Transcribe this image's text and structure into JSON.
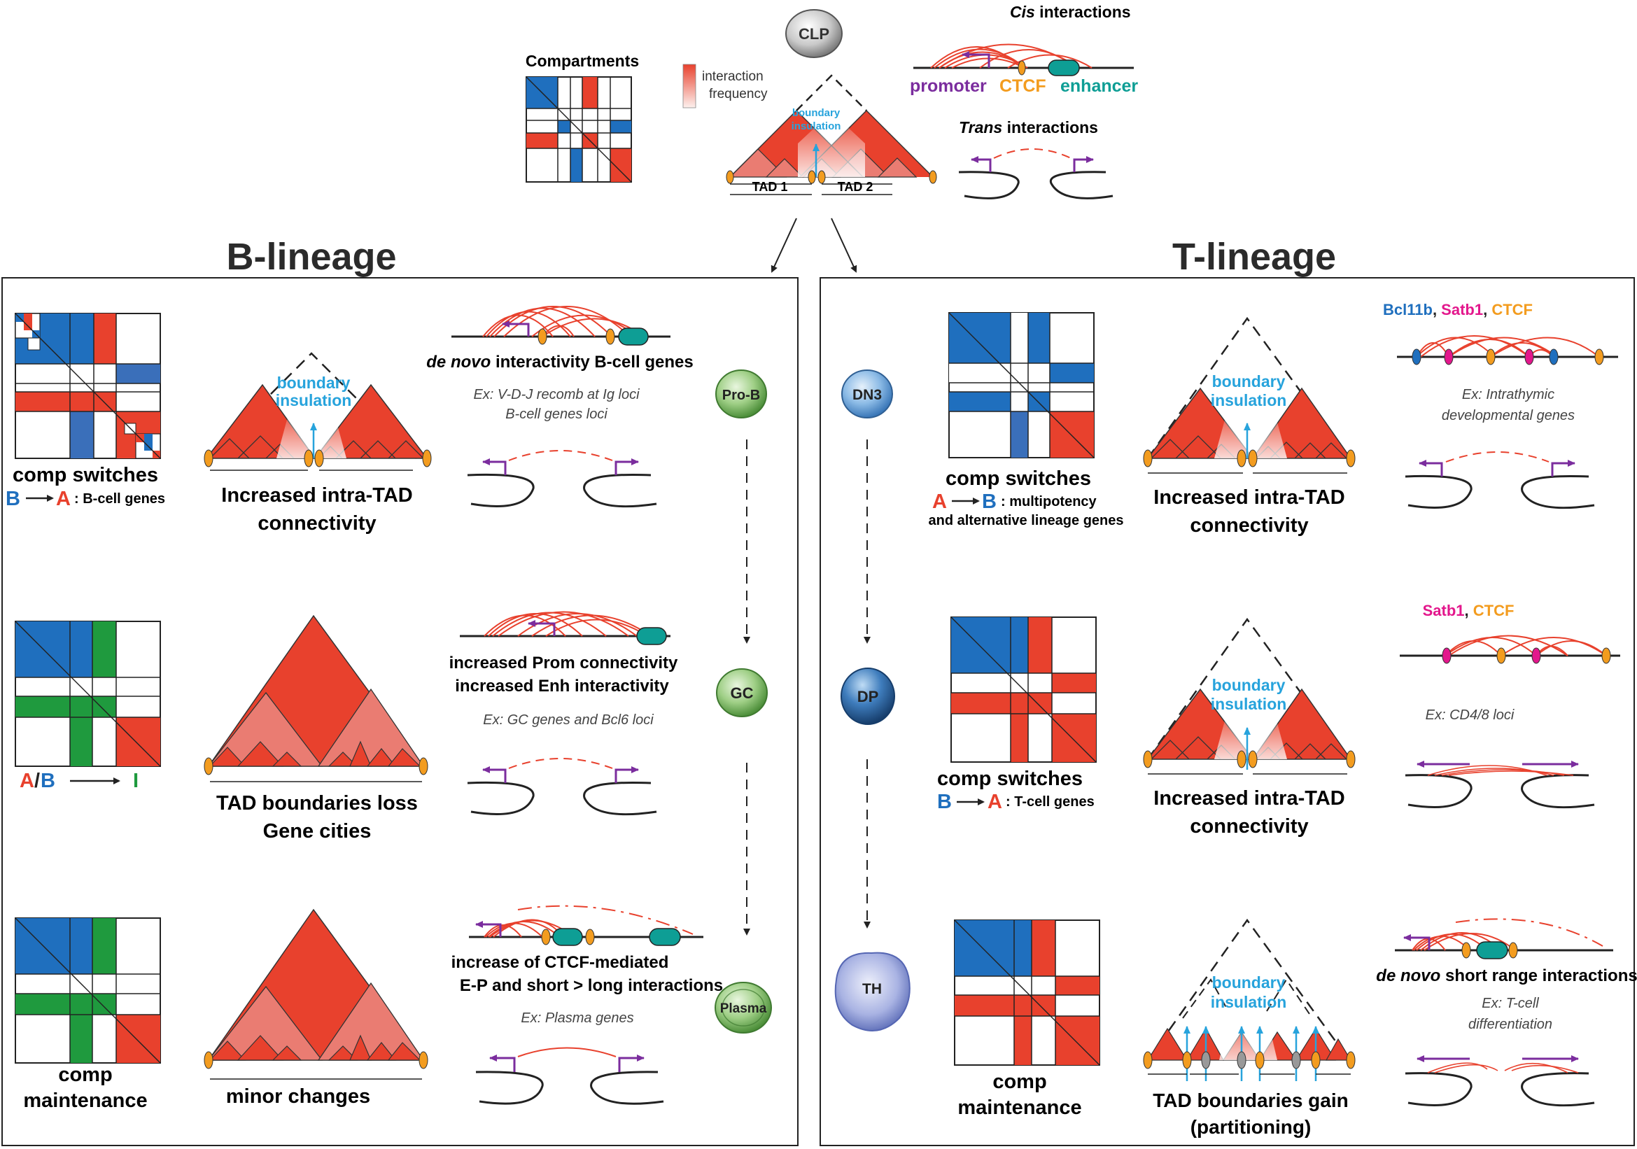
{
  "colors": {
    "red": "#e8412d",
    "pink": "#ea7c72",
    "blue": "#1f6fbe",
    "blue_mid": "#3a6fba",
    "green": "#1f9a3e",
    "teal": "#0e9e95",
    "orange": "#f39c1f",
    "purple": "#7b2d9e",
    "magenta": "#e3178c",
    "cyan": "#27a3dc",
    "ink": "#222222",
    "gray_text": "#444444"
  },
  "top": {
    "clp_label": "CLP",
    "compartments_title": "Compartments",
    "freq_label_1": "interaction",
    "freq_label_2": "frequency",
    "boundary_1": "boundary",
    "boundary_2": "insulation",
    "tad1": "TAD 1",
    "tad2": "TAD 2",
    "cis_italic": "Cis",
    "cis_rest": " interactions",
    "trans_italic": "Trans",
    "trans_rest": " interactions",
    "promoter": "promoter",
    "ctcf": "CTCF",
    "enhancer": "enhancer"
  },
  "b_lineage": {
    "title": "B-lineage",
    "row1": {
      "comp_label": "comp switches",
      "switch_from": "B",
      "switch_to": "A",
      "switch_note": ": B-cell genes",
      "boundary_1": "boundary",
      "boundary_2": "insulation",
      "tad_caption_1": "Increased intra-TAD",
      "tad_caption_2": "connectivity",
      "interact_italic": "de novo",
      "interact_rest": " interactivity B-cell genes",
      "ex_1": "Ex: V-D-J recomb at Ig loci",
      "ex_2": "B-cell genes loci",
      "cell": "Pro-B"
    },
    "row2": {
      "switch_a": "A",
      "switch_slash": "/",
      "switch_b": "B",
      "switch_to": "I",
      "tad_caption_1": "TAD boundaries loss",
      "tad_caption_2": "Gene cities",
      "interact_1": "increased Prom connectivity",
      "interact_2": "increased Enh interactivity",
      "ex_1": "Ex: GC genes and Bcl6 loci",
      "cell": "GC"
    },
    "row3": {
      "comp_label_1": "comp",
      "comp_label_2": "maintenance",
      "tad_caption_1": "minor changes",
      "interact_1": "increase of CTCF-mediated",
      "interact_2": "E-P and short > long interactions",
      "ex_1": "Ex: Plasma genes",
      "cell": "Plasma"
    }
  },
  "t_lineage": {
    "title": "T-lineage",
    "row1": {
      "cell": "DN3",
      "comp_label": "comp switches",
      "switch_from": "A",
      "switch_to": "B",
      "switch_note_1": ": multipotency",
      "switch_note_2": "and alternative lineage genes",
      "boundary_1": "boundary",
      "boundary_2": "insulation",
      "tad_caption_1": "Increased intra-TAD",
      "tad_caption_2": "connectivity",
      "factor_1": "Bcl11b",
      "factor_sep_1": ", ",
      "factor_2": "Satb1",
      "factor_sep_2": ", ",
      "factor_3": "CTCF",
      "ex_1": "Ex: Intrathymic",
      "ex_2": "developmental genes"
    },
    "row2": {
      "cell": "DP",
      "comp_label": "comp switches",
      "switch_from": "B",
      "switch_to": "A",
      "switch_note": ": T-cell genes",
      "boundary_1": "boundary",
      "boundary_2": "insulation",
      "tad_caption_1": "Increased intra-TAD",
      "tad_caption_2": "connectivity",
      "factor_1": "Satb1",
      "factor_sep_1": ", ",
      "factor_2": "CTCF",
      "ex_1": "Ex: CD4/8 loci"
    },
    "row3": {
      "cell": "TH",
      "comp_label_1": "comp",
      "comp_label_2": "maintenance",
      "boundary_1": "boundary",
      "boundary_2": "insulation",
      "tad_caption_1": "TAD boundaries gain",
      "tad_caption_2": "(partitioning)",
      "interact_italic": "de novo",
      "interact_rest": " short range interactions",
      "ex_1": "Ex: T-cell",
      "ex_2": "differentiation"
    }
  }
}
